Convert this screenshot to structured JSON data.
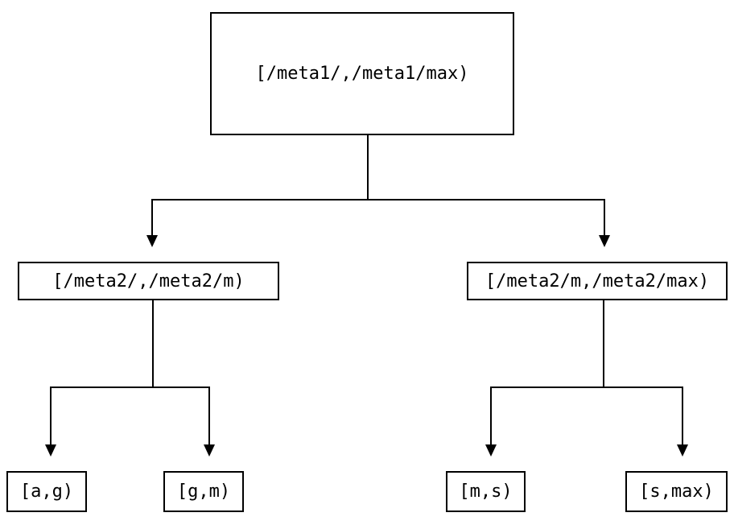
{
  "diagram": {
    "type": "tree",
    "colors": {
      "line": "#000000",
      "box_border": "#000000",
      "text": "#000000",
      "background": "#ffffff"
    },
    "nodes": {
      "root": {
        "label": "[/meta1/,/meta1/max)"
      },
      "left_child": {
        "label": "[/meta2/,/meta2/m)"
      },
      "right_child": {
        "label": "[/meta2/m,/meta2/max)"
      },
      "leaf_ag": {
        "label": "[a,g)"
      },
      "leaf_gm": {
        "label": "[g,m)"
      },
      "leaf_ms": {
        "label": "[m,s)"
      },
      "leaf_smax": {
        "label": "[s,max)"
      }
    },
    "edges": [
      {
        "from": "root",
        "to": "left_child"
      },
      {
        "from": "root",
        "to": "right_child"
      },
      {
        "from": "left_child",
        "to": "leaf_ag"
      },
      {
        "from": "left_child",
        "to": "leaf_gm"
      },
      {
        "from": "right_child",
        "to": "leaf_ms"
      },
      {
        "from": "right_child",
        "to": "leaf_smax"
      }
    ]
  }
}
